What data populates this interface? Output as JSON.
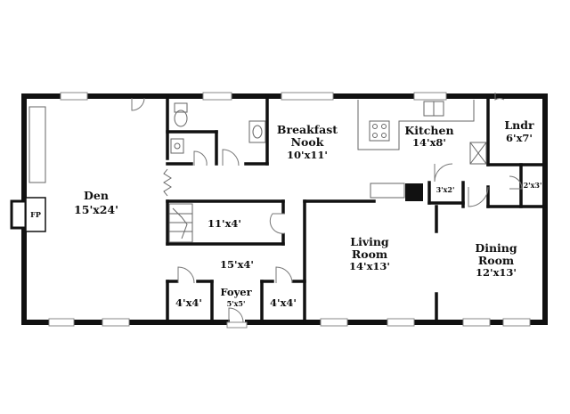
{
  "rooms": {
    "den": {
      "name": "Den",
      "size": "15'x24'"
    },
    "breakfast": {
      "name_line1": "Breakfast",
      "name_line2": "Nook",
      "size": "10'x11'"
    },
    "kitchen": {
      "name": "Kitchen",
      "size": "14'x8'"
    },
    "laundry": {
      "name": "Lndr",
      "size": "6'x7'"
    },
    "closet_11x4": {
      "size": "11'x4'"
    },
    "pantry_3x2": {
      "size": "3'x2'"
    },
    "closet_2x3": {
      "size": "2'x3'"
    },
    "hall": {
      "size": "15'x4'"
    },
    "living": {
      "name_line1": "Living",
      "name_line2": "Room",
      "size": "14'x13'"
    },
    "dining": {
      "name_line1": "Dining",
      "name_line2": "Room",
      "size": "12'x13'"
    },
    "closet_left": {
      "size": "4'x4'"
    },
    "foyer": {
      "name": "Foyer",
      "size": "5'x5'"
    },
    "closet_right": {
      "size": "4'x4'"
    },
    "fireplace": {
      "label": "FP"
    }
  }
}
